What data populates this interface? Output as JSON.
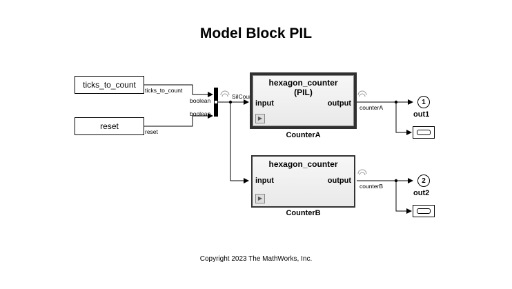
{
  "title": "Model Block PIL",
  "copyright": "Copyright 2023 The MathWorks, Inc.",
  "blocks": {
    "ticks_to_count": "ticks_to_count",
    "reset": "reset",
    "counter_a": {
      "model": "hexagon_counter",
      "mode": "(PIL)",
      "input": "input",
      "output": "output",
      "name": "CounterA"
    },
    "counter_b": {
      "model": "hexagon_counter",
      "input": "input",
      "output": "output",
      "name": "CounterB"
    },
    "out1": {
      "number": "1",
      "name": "out1"
    },
    "out2": {
      "number": "2",
      "name": "out2"
    }
  },
  "signals": {
    "ticks_to_count": "ticks_to_count",
    "reset": "reset",
    "bus_type_1": "boolean",
    "bus_type_2": "boolean",
    "bus": "SilCounterBus",
    "counter_a": "counterA",
    "counter_b": "counterB"
  },
  "icons": [
    "mux-icon",
    "signal-log-icon",
    "model-reference-icon",
    "scope-icon"
  ]
}
